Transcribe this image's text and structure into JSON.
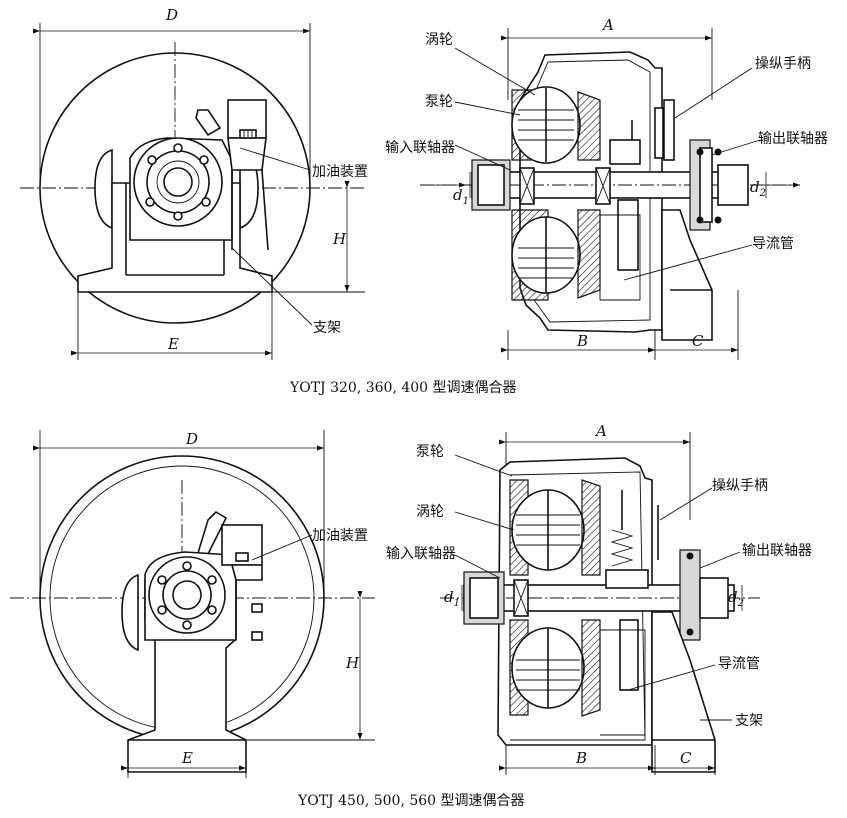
{
  "top": {
    "caption": "YOTJ 320, 360, 400 型调速偶合器",
    "labels": {
      "turbine": "涡轮",
      "pump": "泵轮",
      "input_coupling": "输入联轴器",
      "control_handle": "操纵手柄",
      "output_coupling": "输出联轴器",
      "oil_filler": "加油装置",
      "guide_tube": "导流管",
      "bracket": "支架"
    },
    "dims": {
      "D": "D",
      "H": "H",
      "E": "E",
      "A": "A",
      "B": "B",
      "C": "C",
      "d1": "d",
      "d1_sub": "1",
      "d2": "d",
      "d2_sub": "2"
    }
  },
  "bottom": {
    "caption": "YOTJ 450, 500, 560 型调速偶合器",
    "labels": {
      "pump": "泵轮",
      "turbine": "涡轮",
      "input_coupling": "输入联轴器",
      "control_handle": "操纵手柄",
      "output_coupling": "输出联轴器",
      "oil_filler": "加油装置",
      "guide_tube": "导流管",
      "bracket": "支架"
    },
    "dims": {
      "D": "D",
      "H": "H",
      "E": "E",
      "A": "A",
      "B": "B",
      "C": "C",
      "d1": "d",
      "d1_sub": "1",
      "d2": "d",
      "d2_sub": "2"
    }
  }
}
